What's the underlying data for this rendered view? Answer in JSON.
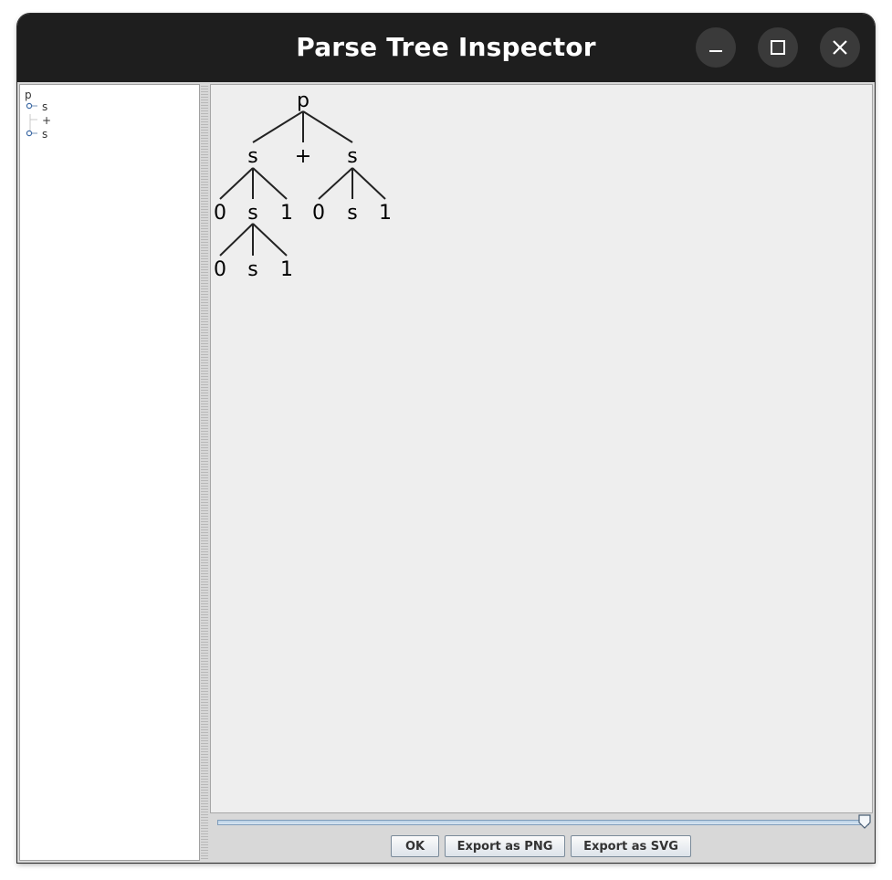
{
  "window": {
    "title": "Parse Tree Inspector",
    "controls": [
      "minimize-icon",
      "maximize-icon",
      "close-icon"
    ]
  },
  "tree_panel": {
    "root": "p",
    "children": [
      {
        "label": "s",
        "expandable": true
      },
      {
        "label": "+",
        "expandable": false
      },
      {
        "label": "s",
        "expandable": true
      }
    ]
  },
  "parse_tree": {
    "root": "p",
    "level1": [
      "s",
      "+",
      "s"
    ],
    "level2_left": [
      "0",
      "s",
      "1"
    ],
    "level2_right": [
      "0",
      "s",
      "1"
    ],
    "level3": [
      "0",
      "s",
      "1"
    ]
  },
  "slider": {
    "value_fraction": 1.0
  },
  "buttons": {
    "ok": "OK",
    "export_png": "Export as PNG",
    "export_svg": "Export as SVG"
  },
  "colors": {
    "titlebar": "#1e1e1e",
    "canvas_bg": "#eeeeee",
    "slider_accent": "#7f9cba"
  }
}
